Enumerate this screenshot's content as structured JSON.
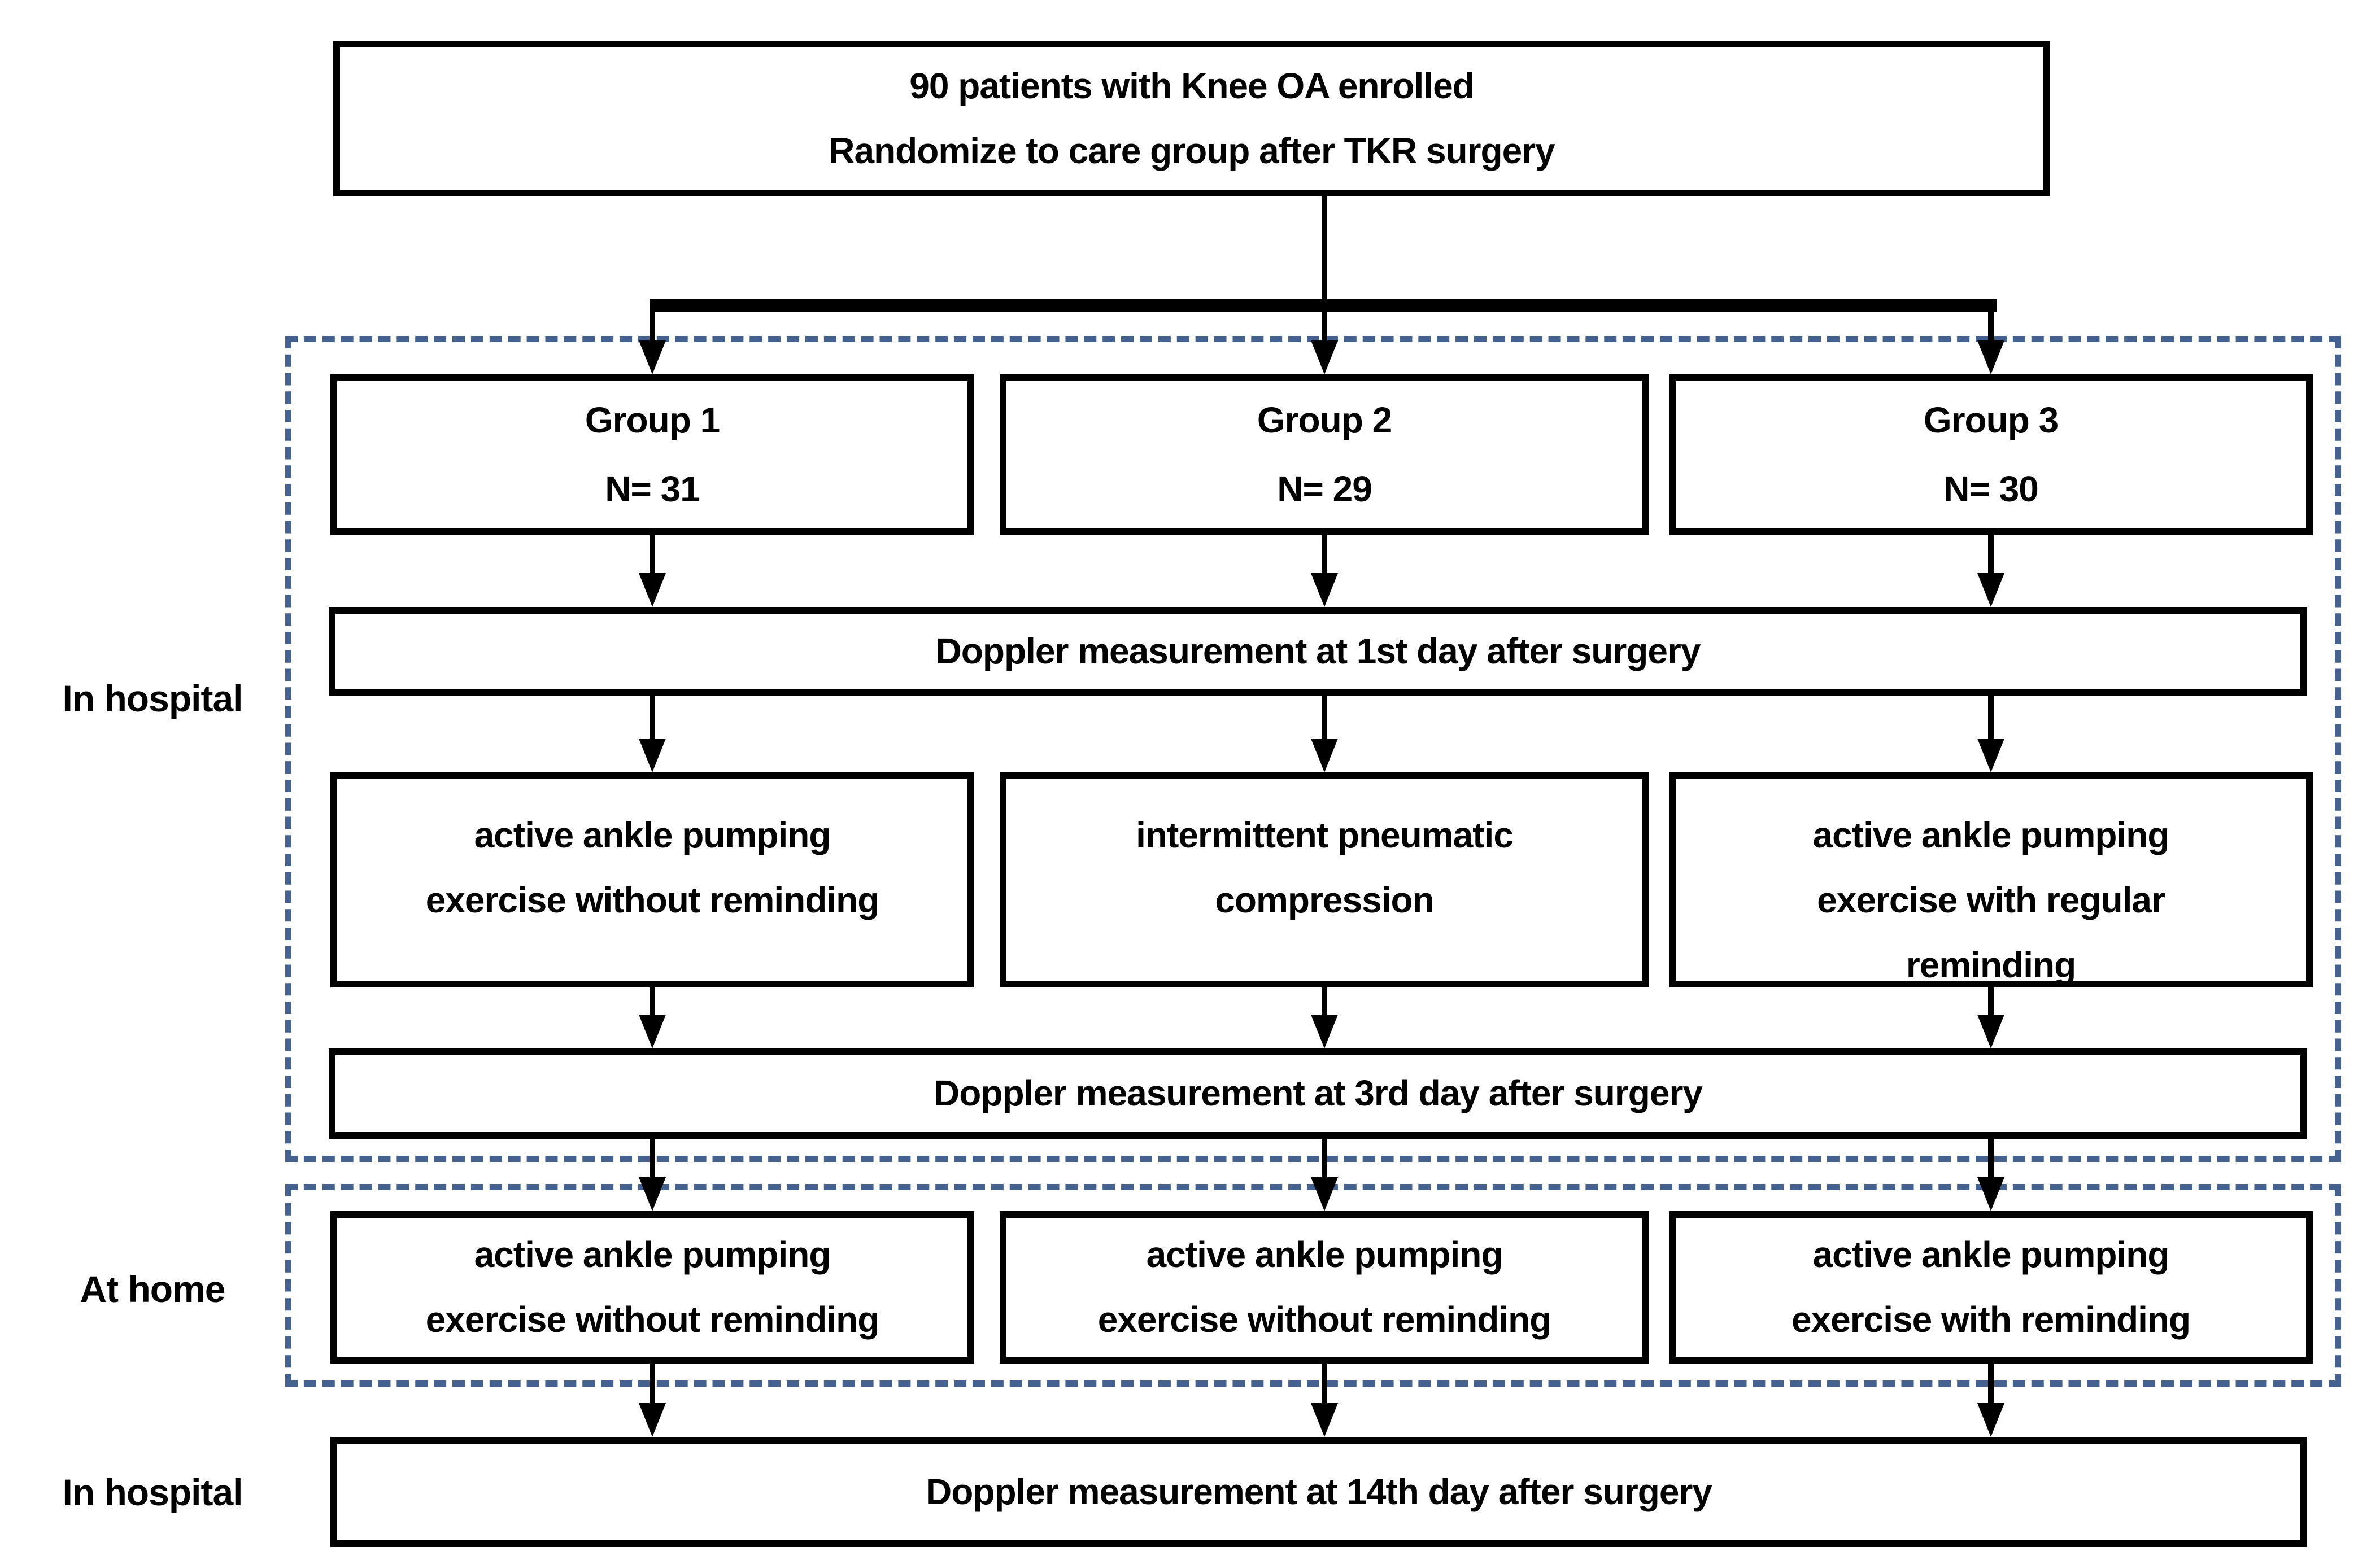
{
  "colors": {
    "dashed_border": "#44618f",
    "line": "#000000",
    "background": "#ffffff",
    "text": "#000000"
  },
  "flowchart": {
    "enrollment": {
      "lines": [
        "90 patients with Knee OA enrolled",
        "Randomize to care group after TKR surgery"
      ]
    },
    "section_labels": {
      "in_hospital": "In hospital",
      "at_home": "At home",
      "in_hospital_final": "In hospital"
    },
    "groups": [
      {
        "lines": [
          "Group 1",
          "N= 31"
        ]
      },
      {
        "lines": [
          "Group 2",
          "N= 29"
        ]
      },
      {
        "lines": [
          "Group 3",
          "N= 30"
        ]
      }
    ],
    "doppler_day1": {
      "text": "Doppler measurement at 1st day after surgery"
    },
    "hospital_interventions": [
      {
        "lines": [
          "active ankle pumping",
          "exercise without reminding"
        ]
      },
      {
        "lines": [
          "intermittent pneumatic",
          "compression"
        ]
      },
      {
        "lines": [
          "active ankle pumping",
          "exercise with regular",
          "reminding"
        ]
      }
    ],
    "doppler_day3": {
      "text": "Doppler measurement at 3rd day after surgery"
    },
    "home_interventions": [
      {
        "lines": [
          "active ankle pumping",
          "exercise without reminding"
        ]
      },
      {
        "lines": [
          "active ankle pumping",
          "exercise without reminding"
        ]
      },
      {
        "lines": [
          "active ankle pumping",
          "exercise with reminding"
        ]
      }
    ],
    "doppler_day14": {
      "text": "Doppler measurement at 14th day after surgery"
    }
  }
}
